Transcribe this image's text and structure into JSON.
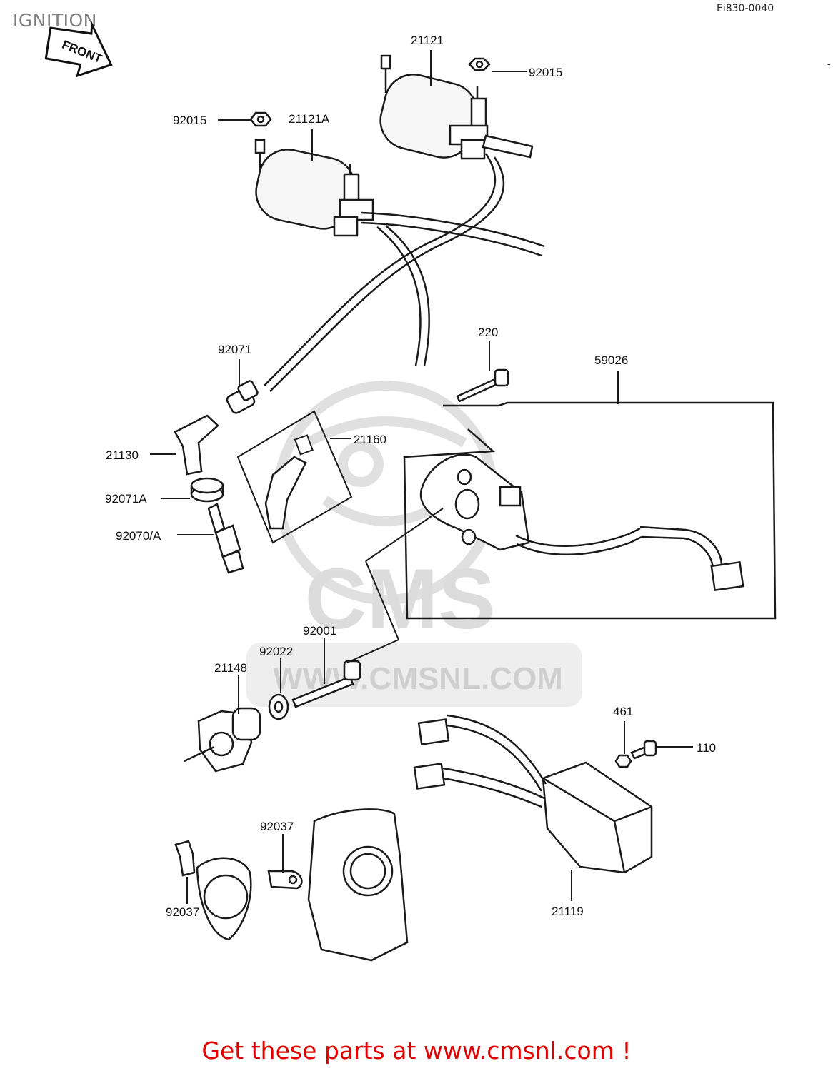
{
  "header": {
    "title": "IGNITION",
    "diagram_code": "Ei830-0040",
    "front_badge": "FRONT"
  },
  "watermark": {
    "brand": "CMS",
    "site": "WWW.CMSNL.COM"
  },
  "parts": {
    "coil_right": "21121",
    "nut_right": "92015",
    "nut_left": "92015",
    "coil_left": "21121A",
    "cable": "92071",
    "bolt_plate": "220",
    "pickup_assy": "59026",
    "cap_elbow": "21160",
    "cap_straight": "21130",
    "seal": "92071A",
    "spark_plug": "92070/A",
    "bolt_advancer": "92001",
    "washer": "92022",
    "advancer": "21148",
    "nut_igniter": "461",
    "bolt_igniter": "110",
    "clamp_right": "92037",
    "clamp_left": "92037",
    "igniter": "21119"
  },
  "footer": {
    "cta": "Get these parts at www.cmsnl.com !"
  },
  "colors": {
    "line": "#1a1a1a",
    "watermark": "#dcdcdc",
    "cta": "#e00000",
    "title": "#7d7d7d"
  }
}
